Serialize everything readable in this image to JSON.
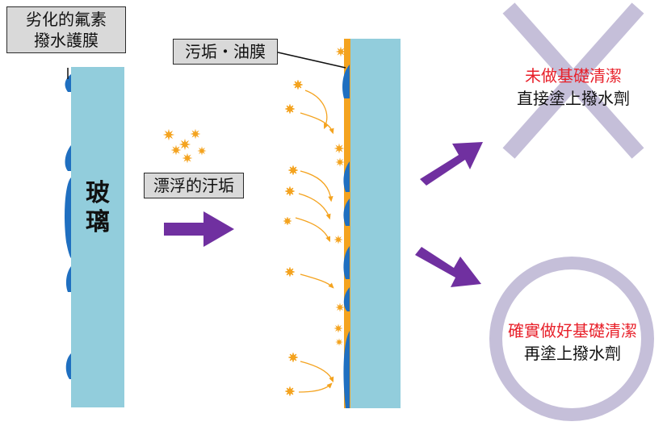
{
  "labels": {
    "degraded_coating": [
      "劣化的氟素",
      "撥水護膜"
    ],
    "glass": [
      "玻",
      "璃"
    ],
    "floating_dirt": "漂浮的汙垢",
    "dirt_oil": "污垢・油膜"
  },
  "outcomes": {
    "bad": {
      "line1": "未做基礎清潔",
      "line2": "直接塗上撥水劑",
      "symbol": "cross-icon"
    },
    "good": {
      "line1": "確實做好基礎清潔",
      "line2": "再塗上撥水劑",
      "symbol": "circle-icon"
    }
  },
  "colors": {
    "glass": "#92cddc",
    "coating": "#1f6fc0",
    "dirt": "#f4a31f",
    "arrow": "#7030a0",
    "symbol": "#c5bfd9",
    "red_text": "#e8202a",
    "label_bg": "#d9d9d9"
  }
}
